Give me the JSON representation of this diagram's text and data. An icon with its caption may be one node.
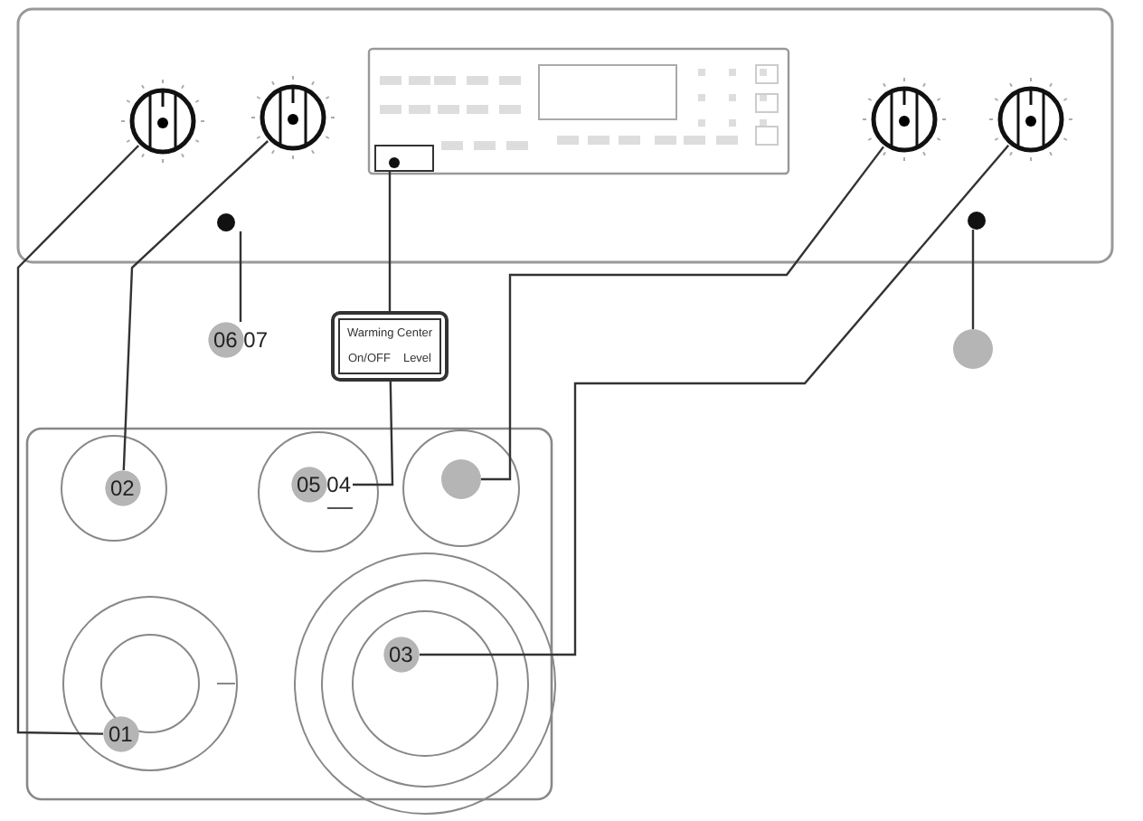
{
  "diagram": {
    "nodes": [
      {
        "text": [],
        "shape": "circle"
      },
      {
        "text": [],
        "shape": "circle"
      },
      {
        "text": [],
        "shape": "box"
      },
      {
        "text": [],
        "shape": "circle"
      },
      {
        "text": [],
        "shape": "circle"
      },
      {
        "text": [],
        "shape": "circle"
      },
      {
        "text": [],
        "shape": "circle"
      },
      {
        "text": [
          "01"
        ]
      },
      {
        "text": [
          "02"
        ]
      },
      {
        "text": [
          "03"
        ]
      },
      {
        "text": [
          "05 04"
        ]
      },
      {
        "text": [
          "06 07"
        ]
      },
      {
        "text": [
          "Warming Center",
          "On/OFF",
          "Level"
        ]
      },
      {
        "text": [],
        "shape": "circle"
      },
      {
        "text": [],
        "shape": "circle"
      }
    ],
    "edges": [
      {
        "from": 7,
        "to": 0,
        "arrow": "none"
      },
      {
        "from": 8,
        "to": 1,
        "arrow": "none"
      },
      {
        "from": 12,
        "to": 2,
        "arrow": "none"
      },
      {
        "from": 10,
        "to": 12,
        "arrow": "none"
      },
      {
        "from": 11,
        "to": 3,
        "arrow": "none"
      },
      {
        "from": 13,
        "to": 4,
        "arrow": "none"
      },
      {
        "from": 9,
        "to": 5,
        "arrow": "none"
      },
      {
        "from": 14,
        "to": 6,
        "arrow": "none"
      }
    ]
  }
}
